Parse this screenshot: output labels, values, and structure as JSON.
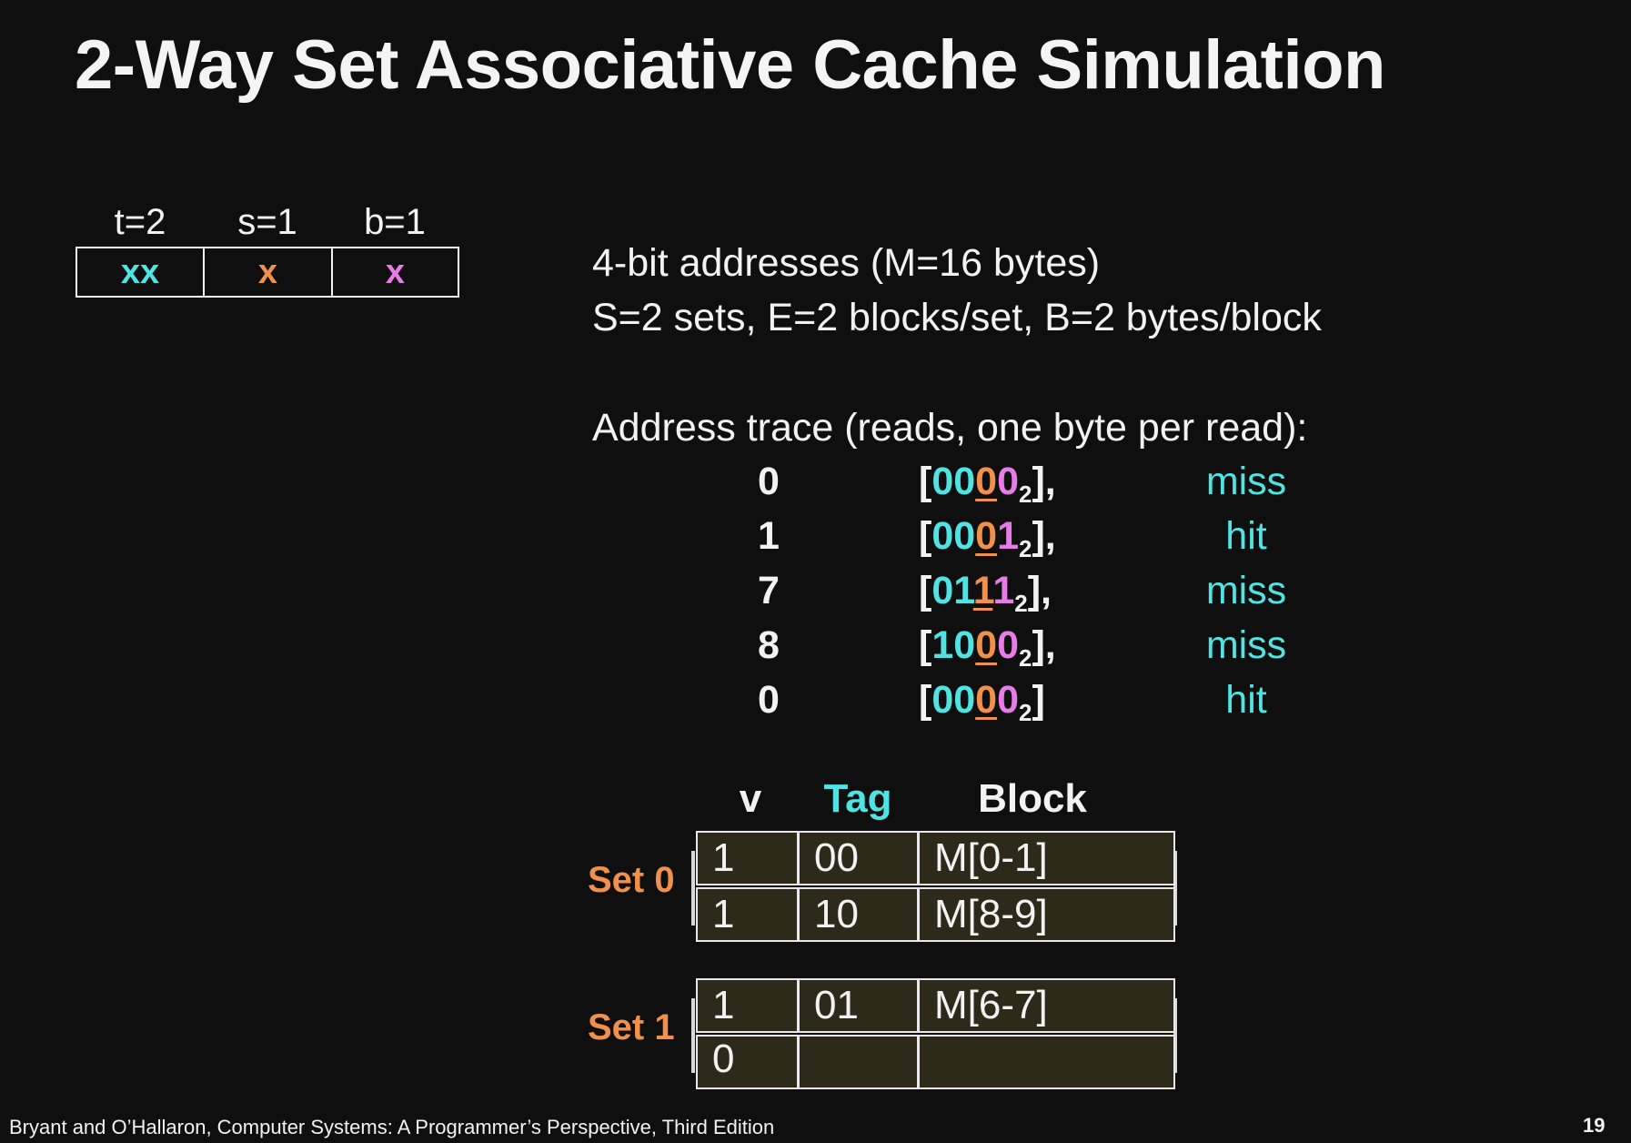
{
  "title": "2-Way Set Associative Cache Simulation",
  "address_fields": [
    {
      "label": "t=2",
      "value": "xx",
      "color": "#4fe3e3"
    },
    {
      "label": "s=1",
      "value": "x",
      "color": "#f0904a"
    },
    {
      "label": "b=1",
      "value": "x",
      "color": "#e67ce6"
    }
  ],
  "params": {
    "line1": "4-bit addresses (M=16 bytes)",
    "line2": "S=2 sets, E=2 blocks/set, B=2 bytes/block",
    "trace_heading": "Address trace (reads, one byte per read):"
  },
  "trace": [
    {
      "addr": "0",
      "open": "[",
      "tag": "00",
      "set": "0",
      "off": "0",
      "base": "2",
      "close": "],",
      "result": "miss"
    },
    {
      "addr": "1",
      "open": "[",
      "tag": "00",
      "set": "0",
      "off": "1",
      "base": "2",
      "close": "],",
      "result": "hit"
    },
    {
      "addr": "7",
      "open": "[",
      "tag": "01",
      "set": "1",
      "off": "1",
      "base": "2",
      "close": "],",
      "result": "miss"
    },
    {
      "addr": "8",
      "open": "[",
      "tag": "10",
      "set": "0",
      "off": "0",
      "base": "2",
      "close": "],",
      "result": "miss"
    },
    {
      "addr": "0",
      "open": "[",
      "tag": "00",
      "set": "0",
      "off": "0",
      "base": "2",
      "close": "]",
      "result": "hit"
    }
  ],
  "cache": {
    "headers": {
      "v": "v",
      "tag": "Tag",
      "block": "Block"
    },
    "sets": [
      {
        "label": "Set 0",
        "lines": [
          {
            "v": "1",
            "tag": "00",
            "block": "M[0-1]"
          },
          {
            "v": "1",
            "tag": "10",
            "block": "M[8-9]"
          }
        ]
      },
      {
        "label": "Set 1",
        "lines": [
          {
            "v": "1",
            "tag": "01",
            "block": "M[6-7]"
          },
          {
            "v": "0",
            "tag": "",
            "block": ""
          }
        ]
      }
    ]
  },
  "footer": "Bryant and O’Hallaron, Computer Systems: A Programmer’s Perspective, Third Edition",
  "page_number": "19"
}
